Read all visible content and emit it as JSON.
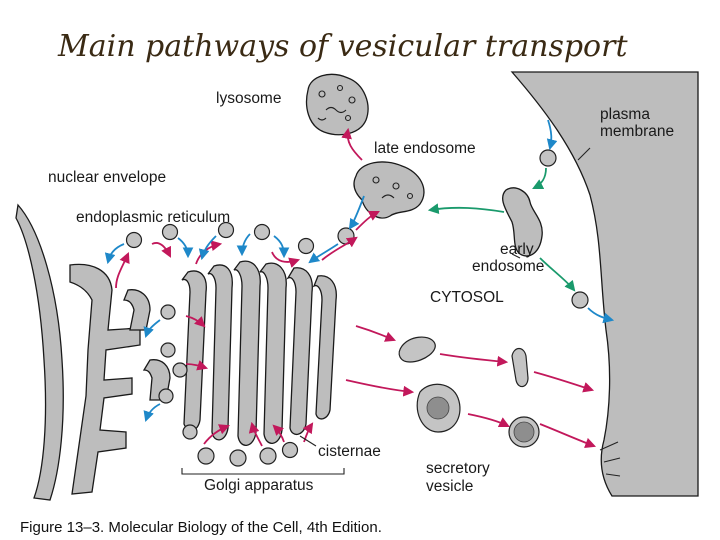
{
  "title": "Main pathways of vesicular transport",
  "labels": {
    "lysosome": "lysosome",
    "late_endosome": "late endosome",
    "plasma_membrane_1": "plasma",
    "plasma_membrane_2": "membrane",
    "nuclear_envelope": "nuclear envelope",
    "endoplasmic_reticulum": "endoplasmic reticulum",
    "early_endosome_1": "early",
    "early_endosome_2": "endosome",
    "cytosol": "CYTOSOL",
    "cisternae": "cisternae",
    "golgi_apparatus": "Golgi apparatus",
    "secretory_vesicle_1": "secretory",
    "secretory_vesicle_2": "vesicle"
  },
  "caption": "Figure 13–3. Molecular Biology of the Cell, 4th Edition.",
  "colors": {
    "exocytic_arrow": "#c2185b",
    "retrieval_arrow": "#1e88c9",
    "endocytic_arrow": "#1a9a6c",
    "membrane_fill": "#bdbdbd",
    "title_color": "#3a2a14"
  }
}
